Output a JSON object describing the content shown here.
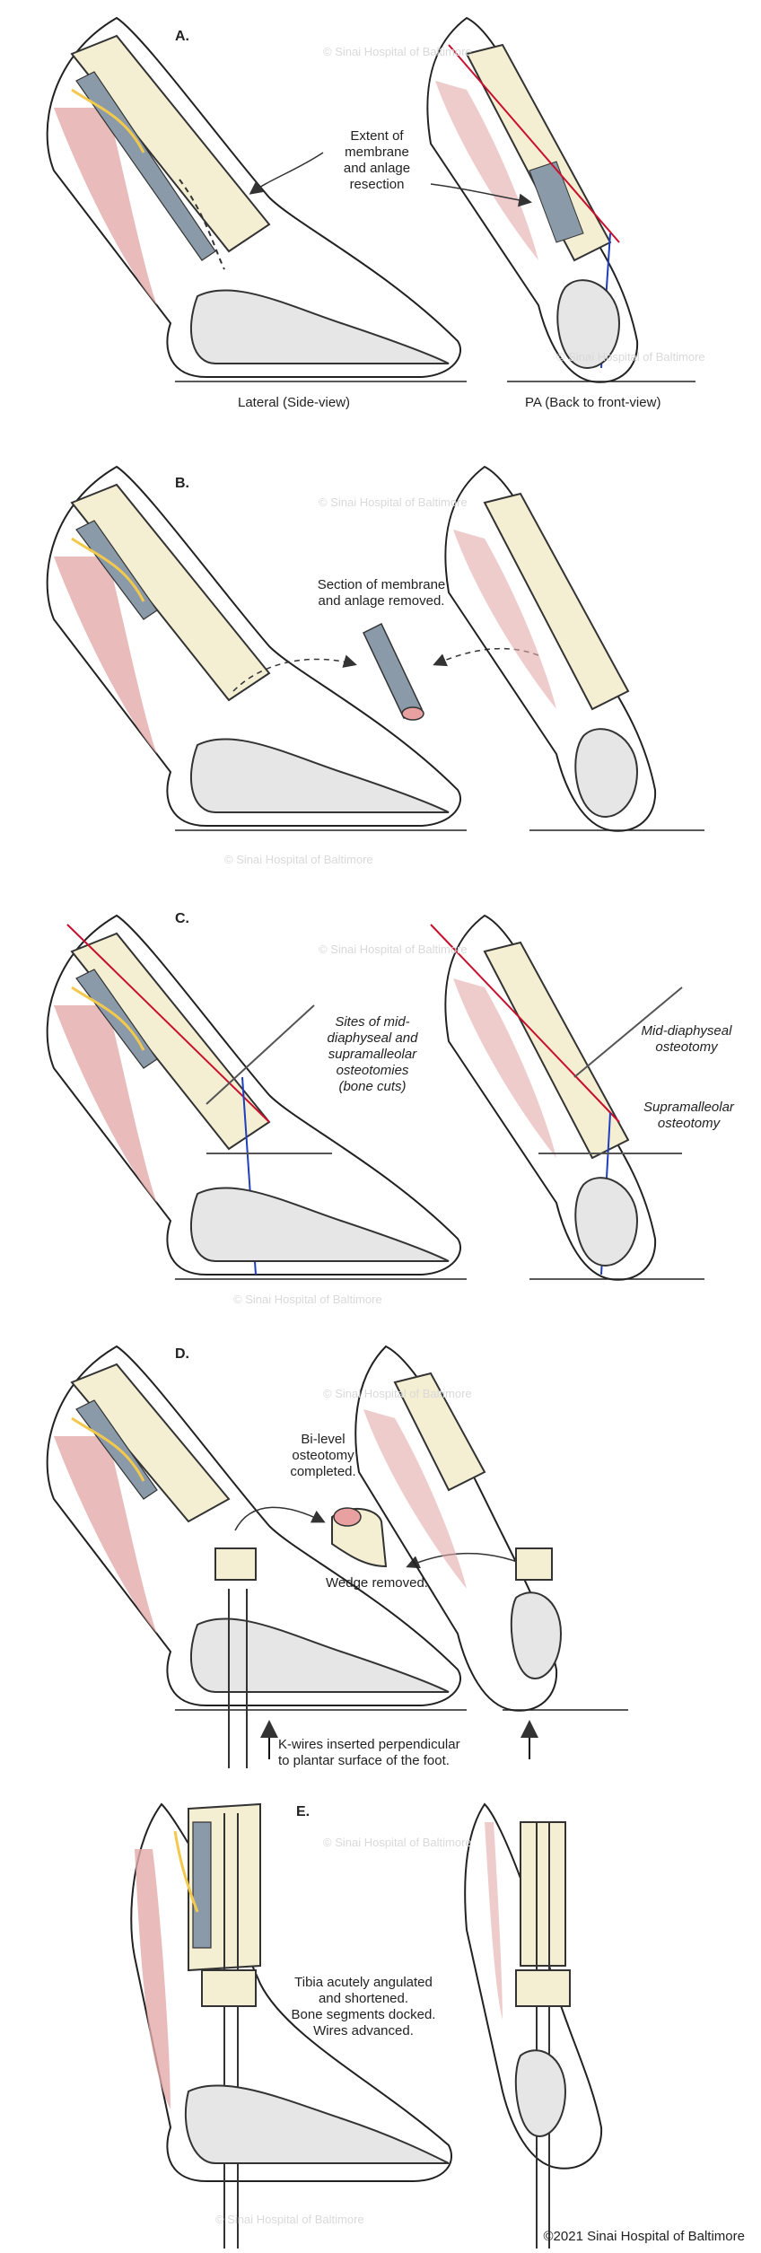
{
  "watermark": "© Sinai Hospital of Baltimore",
  "copyright": "©2021 Sinai Hospital of Baltimore",
  "colors": {
    "bone": "#f4efd2",
    "bone_outline": "#333333",
    "membrane": "#8a9aa8",
    "muscle": "#d9a0a0",
    "nerve": "#f2c94c",
    "red_line": "#c8102e",
    "blue_line": "#1f3fbf",
    "pink_core": "#e8a0a0"
  },
  "panels": {
    "a": {
      "letter": "A.",
      "annotation": [
        "Extent of",
        "membrane",
        "and anlage",
        "resection"
      ],
      "view_left": "Lateral (Side-view)",
      "view_right": "PA (Back to front-view)"
    },
    "b": {
      "letter": "B.",
      "annotation": [
        "Section of membrane",
        "and anlage removed."
      ]
    },
    "c": {
      "letter": "C.",
      "annotation_left": [
        "Sites of mid-",
        "diaphyseal and",
        "supramalleolar",
        "osteotomies",
        "(bone cuts)"
      ],
      "annotation_mid": [
        "Mid-diaphyseal",
        "osteotomy"
      ],
      "annotation_supra": [
        "Supramalleolar",
        "osteotomy"
      ]
    },
    "d": {
      "letter": "D.",
      "annotation_top": [
        "Bi-level",
        "osteotomy",
        "completed."
      ],
      "annotation_wedge": "Wedge removed.",
      "annotation_kwire": [
        "K-wires inserted perpendicular",
        "to plantar surface of the foot."
      ]
    },
    "e": {
      "letter": "E.",
      "annotation": [
        "Tibia acutely angulated",
        "and shortened.",
        "Bone segments docked.",
        "Wires advanced."
      ]
    }
  }
}
